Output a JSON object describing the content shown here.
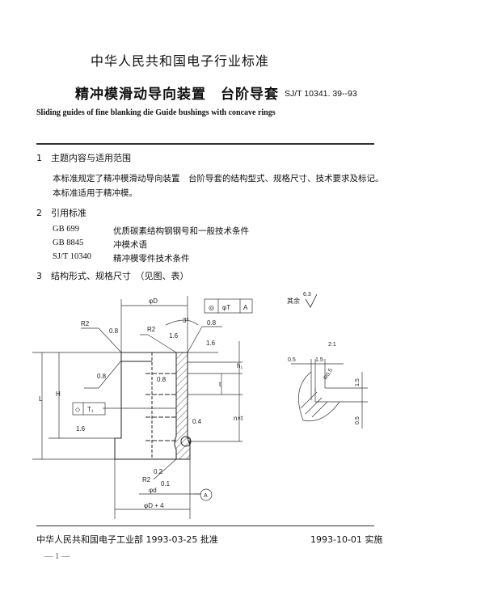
{
  "header": {
    "organization": "中华人民共和国电子行业标准",
    "title_cn": "精冲模滑动导向装置　台阶导套",
    "standard_code": "SJ/T 10341. 39--93",
    "title_en": "Sliding guides of fine blanking die   Guide bushings with concave rings"
  },
  "sections": [
    {
      "number": "1",
      "heading": "主题内容与适用范围",
      "paragraphs": [
        "本标准规定了精冲模滑动导向装置　台阶导套的结构型式、规格尺寸、技术要求及标记。",
        "本标准适用于精冲模。"
      ]
    },
    {
      "number": "2",
      "heading": "引用标准",
      "references": [
        {
          "code": "GB 699",
          "title": "优质碳素结构钢钢号和一般技术条件"
        },
        {
          "code": "GB 8845",
          "title": "冲模术语"
        },
        {
          "code": "SJ/T 10340",
          "title": "精冲模零件技术条件"
        }
      ]
    },
    {
      "number": "3",
      "heading": "结构形式、规格尺寸　（见图、表）"
    }
  ],
  "drawing": {
    "dia_D": "φD",
    "tolerance_frame": [
      "◎",
      "φT",
      "A"
    ],
    "R2_left": "R2",
    "ra_08_left": "0.8",
    "R2_top": "R2",
    "ra_16_top": "1.6",
    "angle": "3°",
    "ra_08_top": "0.8",
    "ra_16_right": "1.6",
    "ra_08_inner": "0.8",
    "ra_08_groove": "0.8",
    "L": "L",
    "H": "H",
    "h1": "h₁",
    "t": "t",
    "nxt": "n×t",
    "flatness_frame": [
      "◇",
      "T₁"
    ],
    "ra_16_bottom": "1.6",
    "ra_04": "0.4",
    "R2_bottom": "R2",
    "ra_02": "0.2",
    "ra_01": "0.1",
    "dia_d": "φd",
    "datum": "A",
    "dia_D4": "φD + 4",
    "remaining_label": "其余",
    "remaining_ra": "6.3",
    "scale": "2:1",
    "detail_05_top": "0.5",
    "detail_15_top": "1.5",
    "detail_R": "R0.5",
    "detail_15_side": "1.5",
    "detail_05_side": "0.5"
  },
  "footer": {
    "approval": "中华人民共和国电子工业部 1993-03-25 批准",
    "effective": "1993-10-01 实施",
    "page": "— 1 —"
  }
}
